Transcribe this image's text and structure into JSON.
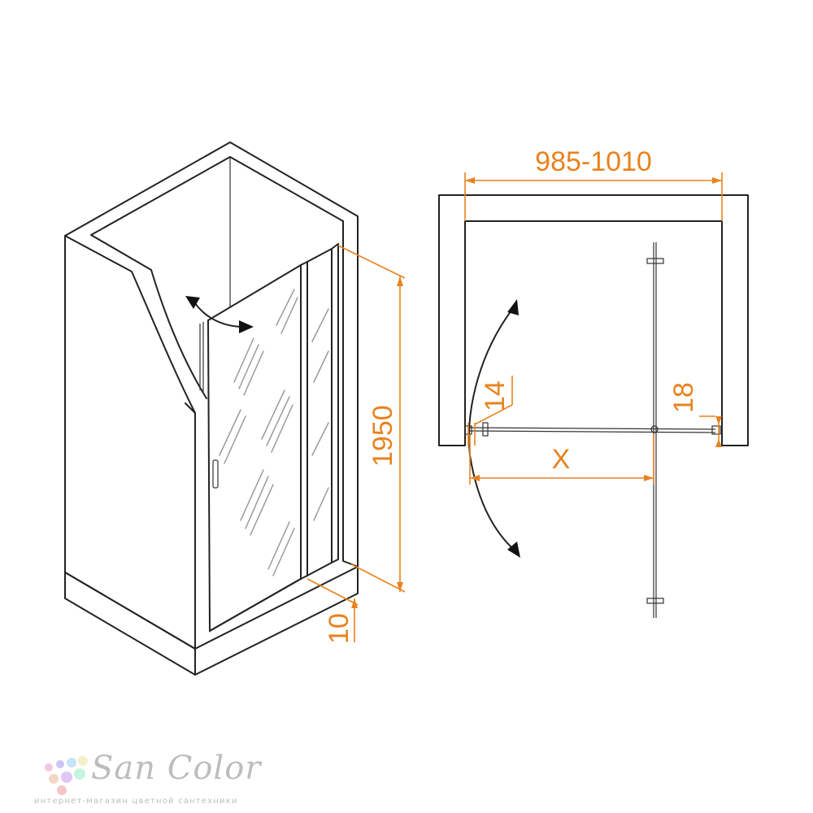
{
  "dimensions": {
    "width_range": "985-1010",
    "height": "1950",
    "bottom_gap": "10",
    "left_profile": "14",
    "right_profile": "18",
    "opening": "X"
  },
  "logo": {
    "name": "San Color",
    "tagline": "интернет-магазин цветной сантехники",
    "dot_colors": [
      "#f4c6e0",
      "#c9c6f4",
      "#c6e4f4",
      "#f4efc6",
      "#f4d6c6",
      "#e0c6f4",
      "#c6f4dc",
      "#f4c6c6"
    ]
  }
}
